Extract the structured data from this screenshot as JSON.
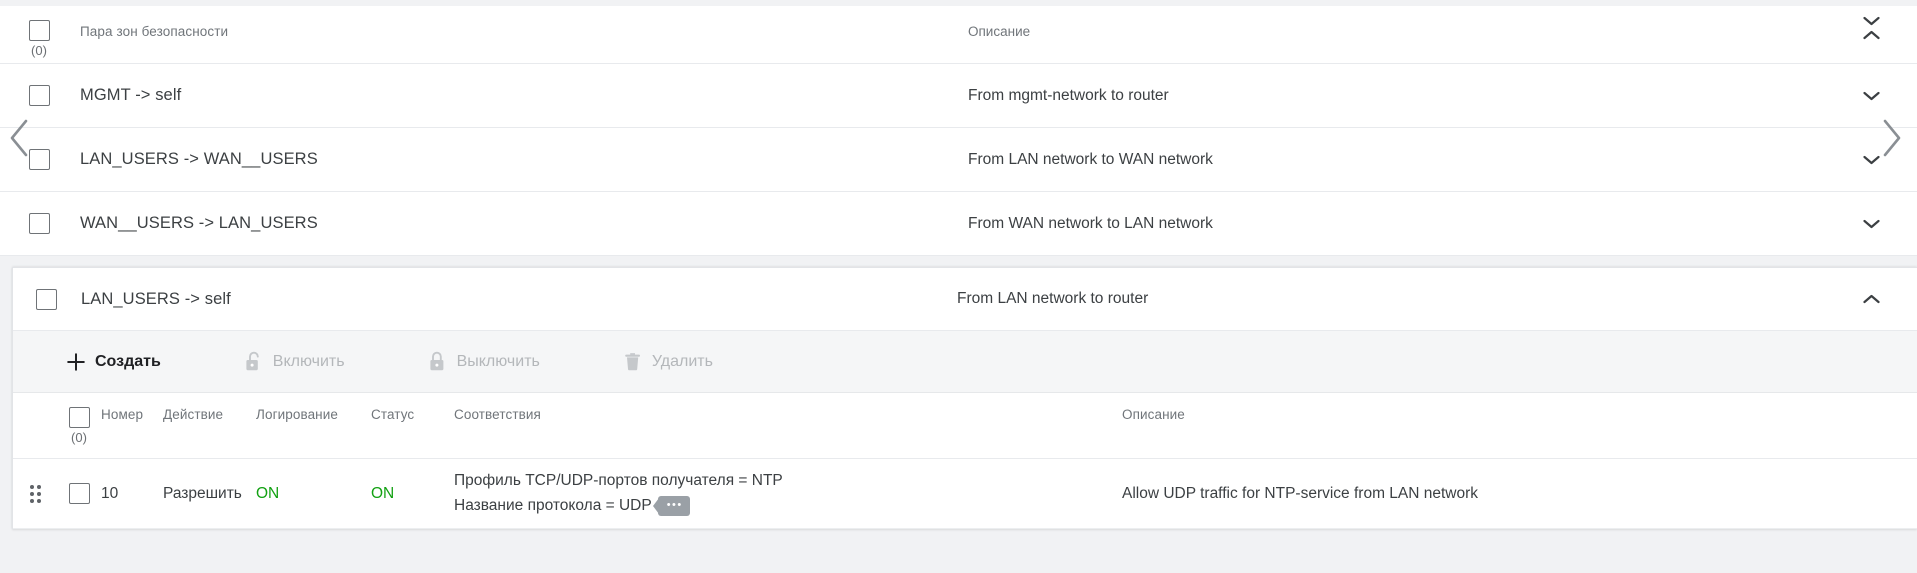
{
  "zone_table": {
    "header": {
      "checkbox_count": "(0)",
      "col_name": "Пара зон безопасности",
      "col_desc": "Описание",
      "collapse_icon": "collapse-all-icon"
    },
    "rows": [
      {
        "name": "MGMT -> self",
        "desc": "From mgmt-network to router",
        "chevron": "chevron-down-icon",
        "expanded": false
      },
      {
        "name": "LAN_USERS -> WAN__USERS",
        "desc": "From LAN network to WAN network",
        "chevron": "chevron-down-icon",
        "expanded": false
      },
      {
        "name": "WAN__USERS -> LAN_USERS",
        "desc": "From WAN network to LAN network",
        "chevron": "chevron-down-icon",
        "expanded": false
      },
      {
        "name": "LAN_USERS -> self",
        "desc": "From LAN network to router",
        "chevron": "chevron-up-icon",
        "expanded": true
      }
    ]
  },
  "nav": {
    "prev_icon": "chevron-left-icon",
    "next_icon": "chevron-right-icon"
  },
  "toolbar": {
    "create_label": "Создать",
    "create_icon": "plus-icon",
    "enable_label": "Включить",
    "enable_icon": "unlock-icon",
    "disable_label": "Выключить",
    "disable_icon": "lock-icon",
    "delete_label": "Удалить",
    "delete_icon": "trash-icon"
  },
  "rules_table": {
    "checkbox_count": "(0)",
    "columns": {
      "number": "Номер",
      "action": "Действие",
      "logging": "Логирование",
      "status": "Статус",
      "matches": "Соответствия",
      "description": "Описание"
    },
    "rows": [
      {
        "handle_icon": "drag-handle-icon",
        "number": "10",
        "action": "Разрешить",
        "logging": "ON",
        "status": "ON",
        "match_line_1": "Профиль TCP/UDP-портов получателя = NTP",
        "match_line_2": "Название протокола = UDP",
        "match_more_badge": "•••",
        "description": "Allow UDP traffic for NTP-service from LAN network"
      }
    ]
  },
  "colors": {
    "status_on": "#12a112",
    "text_primary": "#3c4043",
    "text_muted": "#70757a",
    "toolbar_bg": "#f5f6f7",
    "page_bg": "#f1f2f4"
  }
}
